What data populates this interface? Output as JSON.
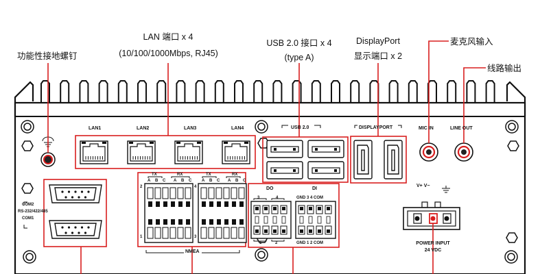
{
  "callouts": {
    "lan": "LAN 端口 x 4",
    "lan_spec": "(10/100/1000Mbps, RJ45)",
    "usb": "USB 2.0 接口 x 4",
    "usb_type": "(type A)",
    "dp": "DisplayPort",
    "dp_cn": "显示端口 x 2",
    "ground": "功能性接地螺钉",
    "mic": "麦克风输入",
    "line": "线路输出"
  },
  "panel": {
    "lan_ports": [
      "LAN1",
      "LAN2",
      "LAN3",
      "LAN4"
    ],
    "usb_title": "USB 2.0",
    "dp_title": "DISPLAYPORT",
    "mic_in": "MIC IN",
    "line_out": "LINE OUT",
    "com_lines": [
      "COM2",
      "RS-232/422/485",
      "COM1"
    ],
    "tx": "TX",
    "rx": "RX",
    "abc": [
      "A",
      "B",
      "C",
      "A",
      "B",
      "C",
      "A",
      "B",
      "C",
      "A",
      "B",
      "C"
    ],
    "nmea": "NMEA",
    "pin2": "2",
    "pin4": "4",
    "pin1": "1",
    "pin3": "3",
    "do_label": "DO",
    "di_label": "DI",
    "do_top": [
      "3",
      "4"
    ],
    "do_bottom": [
      "1",
      "2"
    ],
    "di_top": "GND  3  4  COM",
    "di_bottom": "GND  1  2  COM",
    "power_syms": "V+  V−",
    "power_input": "POWER INPUT",
    "power_volt": "24 VDC"
  },
  "colors": {
    "highlight": "#d81e1e",
    "line": "#111111",
    "fin": "#ffffff"
  },
  "icons": [
    "ground-screw-icon",
    "ground-symbol-icon",
    "mic-jack-icon",
    "line-jack-icon",
    "power-connector-icon",
    "mount-screw-icon"
  ]
}
